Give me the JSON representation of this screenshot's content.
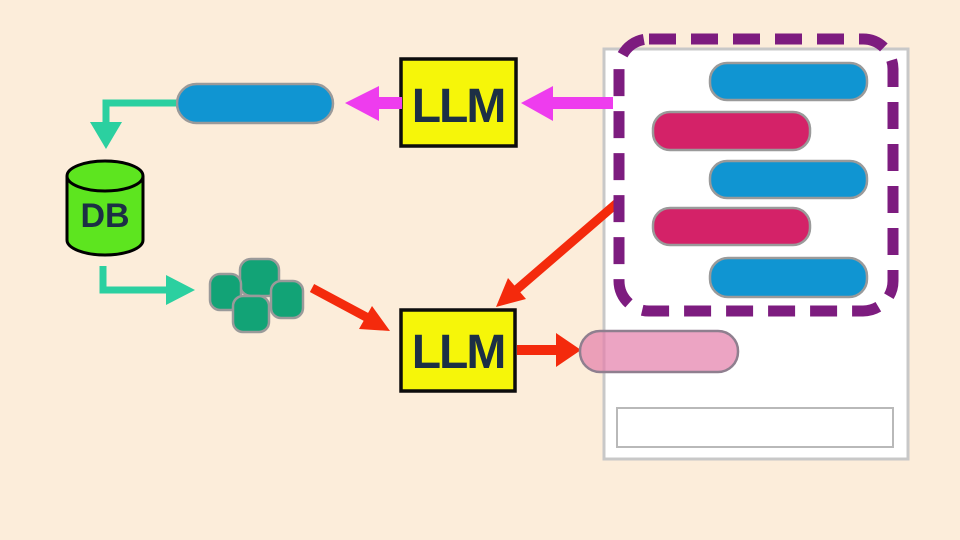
{
  "diagram": {
    "kind": "llm-chat-memory-flow-diagram"
  },
  "nodes": {
    "summarizer_llm": {
      "label": "LLM"
    },
    "retrieval_llm": {
      "label": "LLM"
    },
    "database": {
      "label": "DB"
    }
  },
  "chat": {
    "bubbles": [
      {
        "align": "right",
        "color_key": "blue"
      },
      {
        "align": "left",
        "color_key": "crimson"
      },
      {
        "align": "right",
        "color_key": "blue"
      },
      {
        "align": "left",
        "color_key": "crimson"
      },
      {
        "align": "right",
        "color_key": "blue"
      }
    ],
    "input": {
      "value": "",
      "placeholder": ""
    }
  },
  "colors": {
    "background": "#fcedda",
    "panel_bg": "#ffffff",
    "panel_border": "#c8c8c8",
    "input_bg": "#ffffff",
    "input_border": "#b9b9b9",
    "bubble_blue": "#1095d2",
    "bubble_crimson": "#d42268",
    "bubble_border": "#9a9a9a",
    "summary_pill": "#1095d2",
    "output_pill": "rgba(228,125,170,0.7)",
    "output_pill_border": "#8f7f8f",
    "llm_box_fill": "#f6f609",
    "llm_box_border": "#0d0d0d",
    "llm_text": "#1c2f45",
    "db_fill": "#5de51f",
    "db_border": "#000000",
    "db_text": "#1c2f45",
    "chunk_fill": "#12a376",
    "chunk_border": "#9a9a9a",
    "arrow_teal": "#2bd0a0",
    "arrow_red": "#f42a0c",
    "arrow_magenta": "#ee3cee",
    "dashed_outline": "#7d1c7f"
  }
}
